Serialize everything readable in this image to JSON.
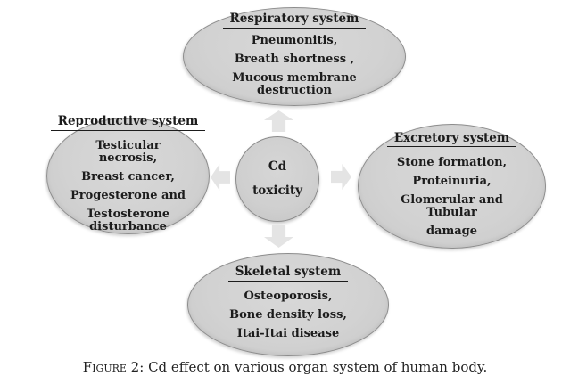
{
  "figure": {
    "caption": {
      "label": "Figure 2:",
      "text": "Cd effect on various organ system of human body."
    }
  },
  "center_node": {
    "line1": "Cd",
    "line2": "toxicity"
  },
  "nodes": {
    "respiratory": {
      "title": "Respiratory system",
      "items": [
        "Pneumonitis,",
        "Breath shortness ,",
        "Mucous membrane destruction"
      ]
    },
    "reproductive": {
      "title": "Reproductive system",
      "items": [
        "Testicular necrosis,",
        "Breast cancer,",
        "Progesterone and",
        "Testosterone disturbance"
      ]
    },
    "excretory": {
      "title": "Excretory system",
      "items": [
        "Stone formation,",
        "Proteinuria,",
        "Glomerular and Tubular",
        "damage"
      ]
    },
    "skeletal": {
      "title": "Skeletal system",
      "items": [
        "Osteoporosis,",
        "Bone density loss,",
        "Itai-Itai disease"
      ]
    }
  },
  "icons": {
    "arrow_up": "block-arrow-up",
    "arrow_down": "block-arrow-down",
    "arrow_left": "block-arrow-left",
    "arrow_right": "block-arrow-right"
  },
  "colors": {
    "ellipse_fill": "#d2d2d2",
    "ellipse_border": "#8d8d8d",
    "arrow_fill": "#e4e4e4",
    "text": "#1c1c1c",
    "background": "#ffffff"
  }
}
